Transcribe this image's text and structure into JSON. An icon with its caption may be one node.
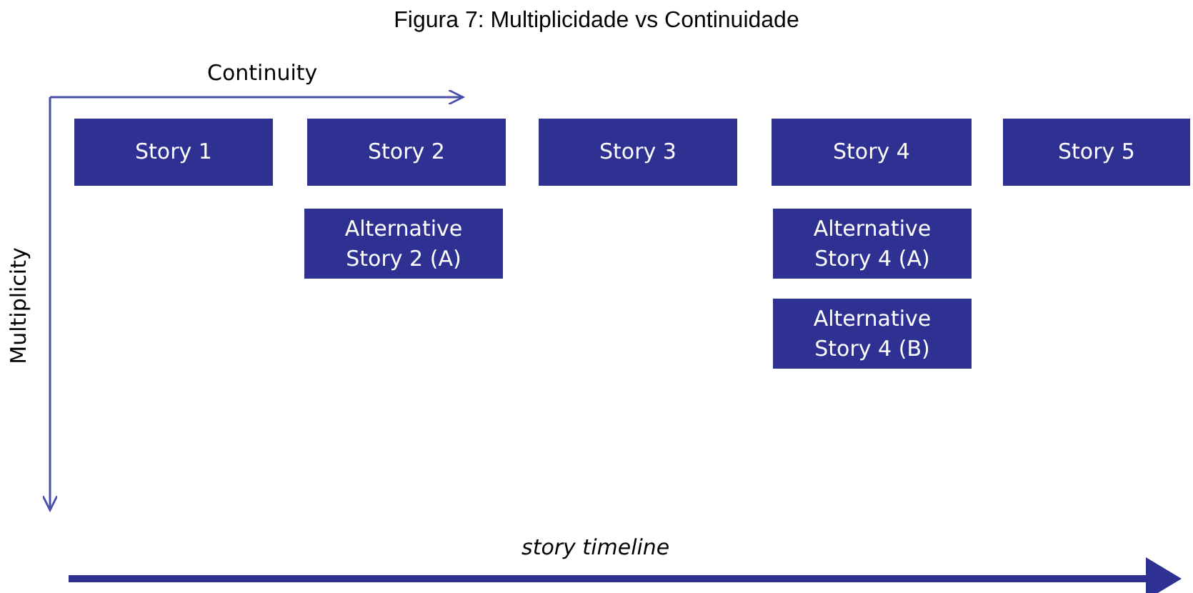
{
  "diagram": {
    "title": "Figura 7: Multiplicidade vs Continuidade",
    "nodes": [
      {
        "text": [
          "Story 1"
        ]
      },
      {
        "text": [
          "Story 2"
        ]
      },
      {
        "text": [
          "Story 3"
        ]
      },
      {
        "text": [
          "Story 4"
        ]
      },
      {
        "text": [
          "Story 5"
        ]
      },
      {
        "text": [
          "Alternative Story 2 (A)"
        ]
      },
      {
        "text": [
          "Alternative Story 4 (A)"
        ]
      },
      {
        "text": [
          "Alternative Story 4 (B)"
        ]
      }
    ],
    "labels": [
      "Continuity",
      "Multiplicity",
      "story timeline"
    ]
  }
}
